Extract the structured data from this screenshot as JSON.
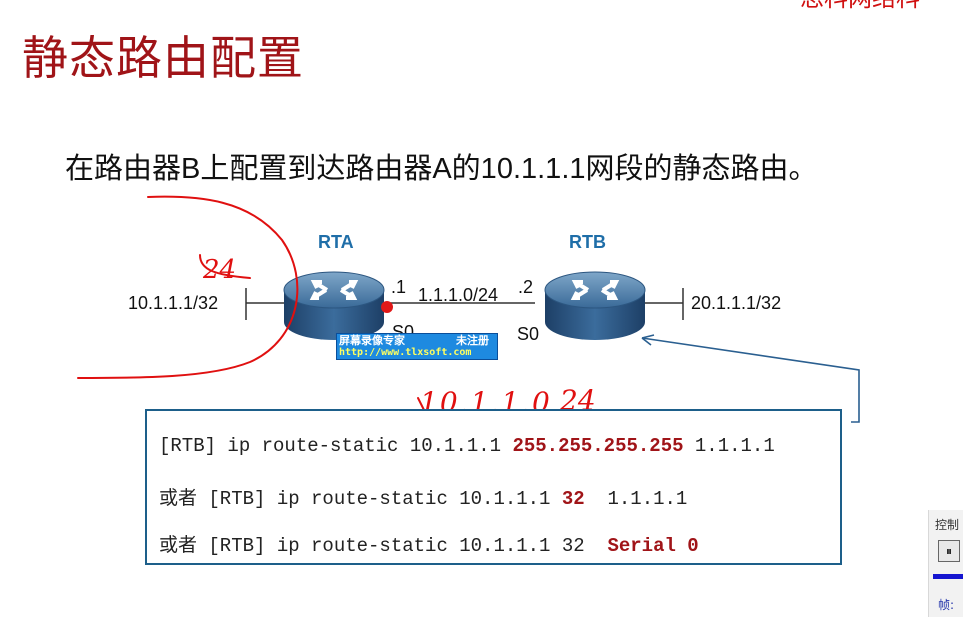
{
  "slide": {
    "title": "静态路由配置",
    "corner_brand": "思科网络科",
    "subtitle": "在路由器B上配置到达路由器A的10.1.1.1网段的静态路由。"
  },
  "diagram": {
    "rta_label": "RTA",
    "rtb_label": "RTB",
    "left_network": "10.1.1.1/32",
    "right_network": "20.1.1.1/32",
    "link_network": "1.1.1.0/24",
    "rta_ip_suffix": ".1",
    "rtb_ip_suffix": ".2",
    "rta_port": "S0",
    "rtb_port": "S0"
  },
  "watermark": {
    "line1_left": "屏幕录像专家",
    "line1_right": "未注册",
    "line2": "http://www.tlxsoft.com"
  },
  "annotations": {
    "mask_note": "24",
    "network_note": "10.1.1.0",
    "network_mask_note": "24"
  },
  "commands": {
    "line1": {
      "prefix": "[RTB] ip route-static ",
      "dest": "10.1.1.1",
      "mask": "255.255.255.255",
      "next_hop": "1.1.1.1"
    },
    "line2": {
      "prefix": "或者 [RTB] ip route-static 10.1.1.1 ",
      "prefix_len": "32",
      "next_hop": "1.1.1.1"
    },
    "line3": {
      "prefix": "或者 [RTB] ip route-static 10.1.1.1 32  ",
      "interface": "Serial 0"
    }
  },
  "side_panel": {
    "control_label": "控制",
    "frame_label": "帧:"
  },
  "colors": {
    "title": "#a01418",
    "router_label": "#1f6ea8",
    "box_border": "#1d5f8a",
    "ink": "#e01010"
  }
}
